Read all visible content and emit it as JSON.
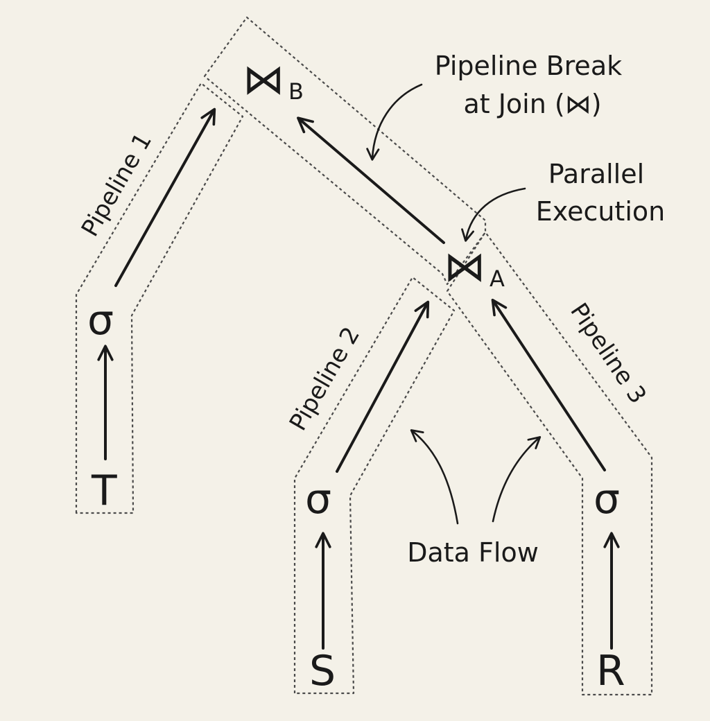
{
  "pipelines": [
    {
      "id": "p1",
      "label": "Pipeline 1"
    },
    {
      "id": "p2",
      "label": "Pipeline 2"
    },
    {
      "id": "p3",
      "label": "Pipeline 3"
    }
  ],
  "nodes": {
    "join_b": {
      "symbol": "⋈",
      "subscript": "B"
    },
    "join_a": {
      "symbol": "⋈",
      "subscript": "A"
    },
    "select_t": {
      "symbol": "σ"
    },
    "select_s": {
      "symbol": "σ"
    },
    "select_r": {
      "symbol": "σ"
    },
    "table_t": {
      "symbol": "T"
    },
    "table_s": {
      "symbol": "S"
    },
    "table_r": {
      "symbol": "R"
    }
  },
  "annotations": {
    "pipeline_break": [
      "Pipeline Break",
      "at Join (⋈)"
    ],
    "parallel_execution": [
      "Parallel",
      "Execution"
    ],
    "data_flow": "Data Flow"
  }
}
